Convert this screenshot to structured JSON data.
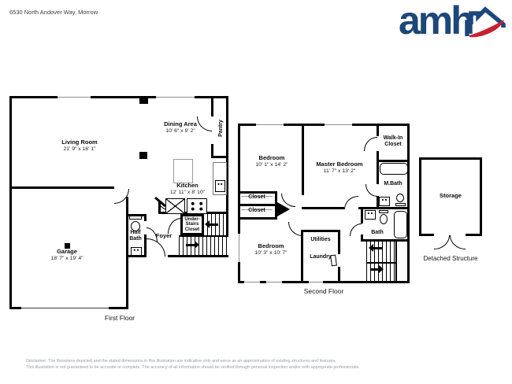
{
  "header": {
    "address": "6530 North Andover Way, Morrow",
    "logo": {
      "text": "amh",
      "blue": "#1d4679",
      "red": "#c8202f"
    }
  },
  "first_floor": {
    "label": "First Floor",
    "living": {
      "name": "Living Room",
      "dims": "21' 9\" x 16' 1\""
    },
    "dining": {
      "name": "Dining Area",
      "dims": "10' 6\" x 9' 2\""
    },
    "pantry": {
      "name": "Pantry"
    },
    "kitchen": {
      "name": "Kitchen",
      "dims": "12' 11\" x 8' 10\""
    },
    "half_bath": {
      "name": "Half Bath"
    },
    "foyer": {
      "name": "Foyer"
    },
    "under_stairs_closet": {
      "name": "Under-Stairs Closet"
    },
    "garage": {
      "name": "Garage",
      "dims": "18' 7\" x 19' 4\""
    }
  },
  "second_floor": {
    "label": "Second Floor",
    "bedroom1": {
      "name": "Bedroom",
      "dims": "10' 1\" x 14' 2\""
    },
    "master_bedroom": {
      "name": "Master Bedroom",
      "dims": "11' 7\" x 13' 2\""
    },
    "walk_in_closet": {
      "name": "Walk-In Closet"
    },
    "m_bath": {
      "name": "M.Bath"
    },
    "closet1": {
      "name": "Closet"
    },
    "closet2": {
      "name": "Closet"
    },
    "bedroom2": {
      "name": "Bedroom",
      "dims": "10' 3\" x 10' 7\""
    },
    "utilities": {
      "name": "Utilities"
    },
    "laundry": {
      "name": "Laundry"
    },
    "bath": {
      "name": "Bath"
    }
  },
  "detached": {
    "label": "Detached Structure",
    "storage": {
      "name": "Storage"
    }
  },
  "footer": {
    "line1": "Disclaimer: The floorplans depicted and the stated dimensions in this illustration are indicative only and serve as an approximation of existing structures and features.",
    "line2": "This illustration is not guaranteed to be accurate or complete. The accuracy of all information should be verified through personal inspection and/or with appropriate professionals."
  }
}
